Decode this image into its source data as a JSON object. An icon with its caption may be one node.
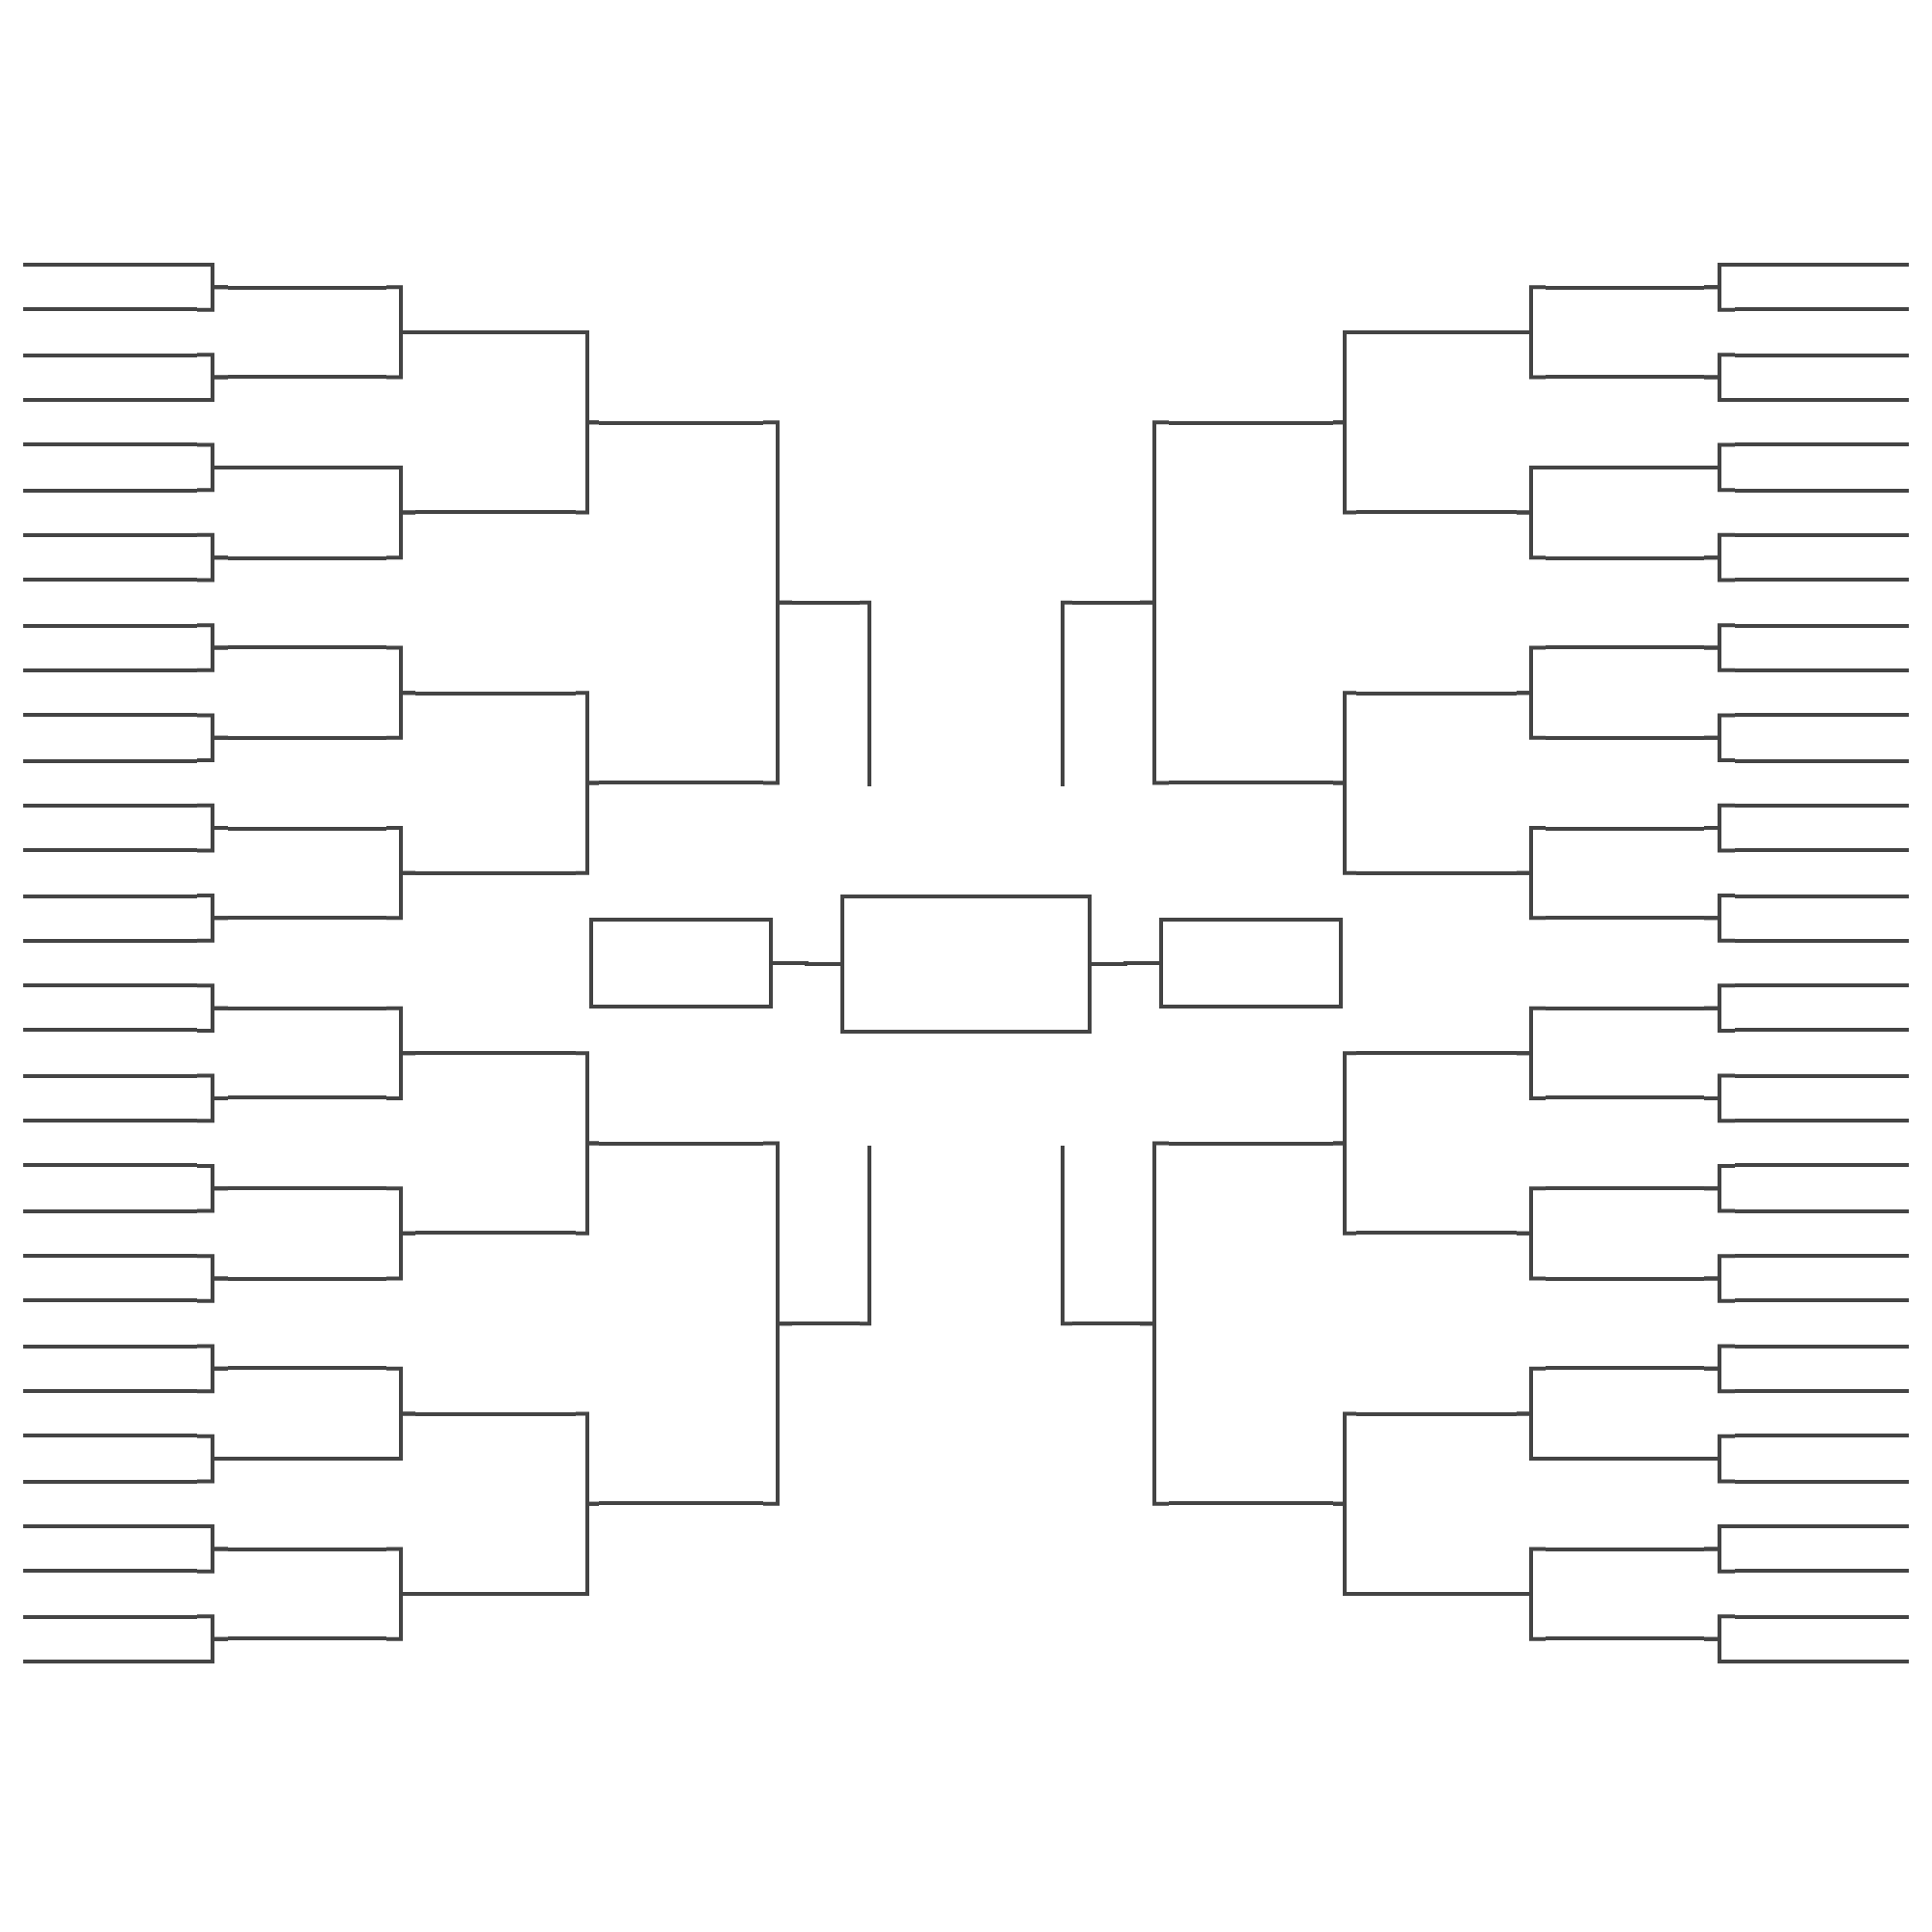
{
  "diagram": {
    "nodes": [
      {
        "text": [],
        "shape": "bar"
      },
      {
        "text": [],
        "shape": "bar"
      },
      {
        "text": [],
        "shape": "bar"
      },
      {
        "text": [],
        "shape": "bar"
      },
      {
        "text": [],
        "shape": "bar"
      },
      {
        "text": [],
        "shape": "bar"
      },
      {
        "text": [],
        "shape": "bar"
      },
      {
        "text": [],
        "shape": "bar"
      },
      {
        "text": [],
        "shape": "bar"
      },
      {
        "text": [],
        "shape": "bar"
      },
      {
        "text": [],
        "shape": "bar"
      },
      {
        "text": [],
        "shape": "bar"
      },
      {
        "text": [],
        "shape": "bar"
      },
      {
        "text": [],
        "shape": "bar"
      },
      {
        "text": [],
        "shape": "bar"
      },
      {
        "text": [],
        "shape": "bar"
      },
      {
        "text": [],
        "shape": "bar"
      },
      {
        "text": [],
        "shape": "bar"
      },
      {
        "text": [],
        "shape": "bar"
      },
      {
        "text": [],
        "shape": "bar"
      },
      {
        "text": [],
        "shape": "bar"
      },
      {
        "text": [],
        "shape": "bar"
      },
      {
        "text": [],
        "shape": "bar"
      },
      {
        "text": [],
        "shape": "bar"
      },
      {
        "text": [],
        "shape": "bar"
      },
      {
        "text": [],
        "shape": "bar"
      },
      {
        "text": [],
        "shape": "bar"
      },
      {
        "text": [],
        "shape": "bar"
      },
      {
        "text": [],
        "shape": "bar"
      },
      {
        "text": [],
        "shape": "bar"
      },
      {
        "text": [],
        "shape": "bar"
      },
      {
        "text": [],
        "shape": "bar"
      },
      {
        "text": [],
        "shape": "bar"
      },
      {
        "text": [],
        "shape": "bar"
      },
      {
        "text": [],
        "shape": "bar"
      },
      {
        "text": [],
        "shape": "bar"
      },
      {
        "text": [],
        "shape": "bar"
      },
      {
        "text": [],
        "shape": "bar"
      },
      {
        "text": [],
        "shape": "bar"
      },
      {
        "text": [],
        "shape": "bar"
      },
      {
        "text": [],
        "shape": "bar"
      },
      {
        "text": [],
        "shape": "bar"
      },
      {
        "text": [],
        "shape": "bar"
      },
      {
        "text": [],
        "shape": "bar"
      },
      {
        "text": [],
        "shape": "bar"
      },
      {
        "text": [],
        "shape": "bar"
      },
      {
        "text": [],
        "shape": "bar"
      },
      {
        "text": [],
        "shape": "bar"
      },
      {
        "text": [],
        "shape": "bar"
      },
      {
        "text": [],
        "shape": "bar"
      },
      {
        "text": [],
        "shape": "bar"
      },
      {
        "text": [],
        "shape": "bar"
      },
      {
        "text": [],
        "shape": "bar"
      },
      {
        "text": [],
        "shape": "bar"
      },
      {
        "text": [],
        "shape": "bar"
      },
      {
        "text": [],
        "shape": "bar"
      },
      {
        "text": [],
        "shape": "bar"
      },
      {
        "text": [],
        "shape": "bar"
      },
      {
        "text": [],
        "shape": "bar"
      },
      {
        "text": [],
        "shape": "bar"
      },
      {
        "text": [],
        "shape": "bar"
      },
      {
        "text": [],
        "shape": "bar"
      },
      {
        "text": [],
        "shape": "box"
      },
      {
        "text": [],
        "shape": "box"
      },
      {
        "text": [],
        "shape": "box"
      },
      {
        "text": [],
        "shape": "bar"
      },
      {
        "text": [],
        "shape": "bar"
      },
      {
        "text": [],
        "shape": "bar"
      },
      {
        "text": [],
        "shape": "bar"
      },
      {
        "text": [],
        "shape": "bar"
      },
      {
        "text": [],
        "shape": "bar"
      },
      {
        "text": [],
        "shape": "bar"
      },
      {
        "text": [],
        "shape": "bar"
      },
      {
        "text": [],
        "shape": "bar"
      },
      {
        "text": [],
        "shape": "bar"
      },
      {
        "text": [],
        "shape": "bar"
      },
      {
        "text": [],
        "shape": "bar"
      },
      {
        "text": [],
        "shape": "bar"
      },
      {
        "text": [],
        "shape": "bar"
      },
      {
        "text": [],
        "shape": "bar"
      },
      {
        "text": [],
        "shape": "bar"
      },
      {
        "text": [],
        "shape": "bar"
      },
      {
        "text": [],
        "shape": "bar"
      },
      {
        "text": [],
        "shape": "bar"
      },
      {
        "text": [],
        "shape": "bar"
      },
      {
        "text": [],
        "shape": "bar"
      },
      {
        "text": [],
        "shape": "bar"
      },
      {
        "text": [],
        "shape": "bar"
      },
      {
        "text": [],
        "shape": "bar"
      },
      {
        "text": [],
        "shape": "bar"
      },
      {
        "text": [],
        "shape": "bar"
      },
      {
        "text": [],
        "shape": "bar"
      },
      {
        "text": [],
        "shape": "bar"
      },
      {
        "text": [],
        "shape": "bar"
      },
      {
        "text": [],
        "shape": "bar"
      },
      {
        "text": [],
        "shape": "bar"
      },
      {
        "text": [],
        "shape": "bar"
      },
      {
        "text": [],
        "shape": "bar"
      },
      {
        "text": [],
        "shape": "bar"
      },
      {
        "text": [],
        "shape": "bar"
      },
      {
        "text": [],
        "shape": "bar"
      },
      {
        "text": [],
        "shape": "bar"
      },
      {
        "text": [],
        "shape": "bar"
      },
      {
        "text": [],
        "shape": "bar"
      },
      {
        "text": [],
        "shape": "bar"
      },
      {
        "text": [],
        "shape": "bar"
      },
      {
        "text": [],
        "shape": "bar"
      },
      {
        "text": [],
        "shape": "bar"
      },
      {
        "text": [],
        "shape": "bar"
      },
      {
        "text": [],
        "shape": "bar"
      },
      {
        "text": [],
        "shape": "bar"
      },
      {
        "text": [],
        "shape": "bar"
      },
      {
        "text": [],
        "shape": "bar"
      },
      {
        "text": [],
        "shape": "bar"
      },
      {
        "text": [],
        "shape": "bar"
      },
      {
        "text": [],
        "shape": "bar"
      },
      {
        "text": [],
        "shape": "bar"
      },
      {
        "text": [],
        "shape": "bar"
      },
      {
        "text": [],
        "shape": "bar"
      },
      {
        "text": [],
        "shape": "bar"
      },
      {
        "text": [],
        "shape": "bar"
      },
      {
        "text": [],
        "shape": "bar"
      },
      {
        "text": [],
        "shape": "bar"
      },
      {
        "text": [],
        "shape": "bar"
      },
      {
        "text": [],
        "shape": "bar"
      },
      {
        "text": [],
        "shape": "bar"
      },
      {
        "text": [],
        "shape": "bar"
      }
    ],
    "edges": [
      {
        "from": 0,
        "to": 32,
        "arrow": "none"
      },
      {
        "from": 1,
        "to": 32,
        "arrow": "none"
      },
      {
        "from": 2,
        "to": 33,
        "arrow": "none"
      },
      {
        "from": 3,
        "to": 33,
        "arrow": "none"
      },
      {
        "from": 4,
        "to": 34,
        "arrow": "none"
      },
      {
        "from": 5,
        "to": 34,
        "arrow": "none"
      },
      {
        "from": 6,
        "to": 35,
        "arrow": "none"
      },
      {
        "from": 7,
        "to": 35,
        "arrow": "none"
      },
      {
        "from": 8,
        "to": 36,
        "arrow": "none"
      },
      {
        "from": 9,
        "to": 36,
        "arrow": "none"
      },
      {
        "from": 10,
        "to": 37,
        "arrow": "none"
      },
      {
        "from": 11,
        "to": 37,
        "arrow": "none"
      },
      {
        "from": 12,
        "to": 38,
        "arrow": "none"
      },
      {
        "from": 13,
        "to": 38,
        "arrow": "none"
      },
      {
        "from": 14,
        "to": 39,
        "arrow": "none"
      },
      {
        "from": 15,
        "to": 39,
        "arrow": "none"
      },
      {
        "from": 16,
        "to": 40,
        "arrow": "none"
      },
      {
        "from": 17,
        "to": 40,
        "arrow": "none"
      },
      {
        "from": 18,
        "to": 41,
        "arrow": "none"
      },
      {
        "from": 19,
        "to": 41,
        "arrow": "none"
      },
      {
        "from": 20,
        "to": 42,
        "arrow": "none"
      },
      {
        "from": 21,
        "to": 42,
        "arrow": "none"
      },
      {
        "from": 22,
        "to": 43,
        "arrow": "none"
      },
      {
        "from": 23,
        "to": 43,
        "arrow": "none"
      },
      {
        "from": 24,
        "to": 44,
        "arrow": "none"
      },
      {
        "from": 25,
        "to": 44,
        "arrow": "none"
      },
      {
        "from": 26,
        "to": 45,
        "arrow": "none"
      },
      {
        "from": 27,
        "to": 45,
        "arrow": "none"
      },
      {
        "from": 28,
        "to": 46,
        "arrow": "none"
      },
      {
        "from": 29,
        "to": 46,
        "arrow": "none"
      },
      {
        "from": 30,
        "to": 47,
        "arrow": "none"
      },
      {
        "from": 31,
        "to": 47,
        "arrow": "none"
      },
      {
        "from": 32,
        "to": 48,
        "arrow": "none"
      },
      {
        "from": 33,
        "to": 48,
        "arrow": "none"
      },
      {
        "from": 34,
        "to": 49,
        "arrow": "none"
      },
      {
        "from": 35,
        "to": 49,
        "arrow": "none"
      },
      {
        "from": 36,
        "to": 50,
        "arrow": "none"
      },
      {
        "from": 37,
        "to": 50,
        "arrow": "none"
      },
      {
        "from": 38,
        "to": 51,
        "arrow": "none"
      },
      {
        "from": 39,
        "to": 51,
        "arrow": "none"
      },
      {
        "from": 40,
        "to": 52,
        "arrow": "none"
      },
      {
        "from": 41,
        "to": 52,
        "arrow": "none"
      },
      {
        "from": 42,
        "to": 53,
        "arrow": "none"
      },
      {
        "from": 43,
        "to": 53,
        "arrow": "none"
      },
      {
        "from": 44,
        "to": 54,
        "arrow": "none"
      },
      {
        "from": 45,
        "to": 54,
        "arrow": "none"
      },
      {
        "from": 46,
        "to": 55,
        "arrow": "none"
      },
      {
        "from": 47,
        "to": 55,
        "arrow": "none"
      },
      {
        "from": 48,
        "to": 56,
        "arrow": "none"
      },
      {
        "from": 49,
        "to": 56,
        "arrow": "none"
      },
      {
        "from": 50,
        "to": 57,
        "arrow": "none"
      },
      {
        "from": 51,
        "to": 57,
        "arrow": "none"
      },
      {
        "from": 52,
        "to": 58,
        "arrow": "none"
      },
      {
        "from": 53,
        "to": 58,
        "arrow": "none"
      },
      {
        "from": 54,
        "to": 59,
        "arrow": "none"
      },
      {
        "from": 55,
        "to": 59,
        "arrow": "none"
      },
      {
        "from": 56,
        "to": 60,
        "arrow": "none"
      },
      {
        "from": 57,
        "to": 60,
        "arrow": "none"
      },
      {
        "from": 58,
        "to": 61,
        "arrow": "none"
      },
      {
        "from": 59,
        "to": 61,
        "arrow": "none"
      },
      {
        "from": 60,
        "to": null,
        "arrow": "none"
      },
      {
        "from": 61,
        "to": null,
        "arrow": "none"
      },
      {
        "from": 62,
        "to": 63,
        "arrow": "none"
      },
      {
        "from": 64,
        "to": 63,
        "arrow": "none"
      },
      {
        "from": 65,
        "to": null,
        "arrow": "none"
      },
      {
        "from": 66,
        "to": null,
        "arrow": "none"
      },
      {
        "from": 67,
        "to": 65,
        "arrow": "none"
      },
      {
        "from": 68,
        "to": 65,
        "arrow": "none"
      },
      {
        "from": 69,
        "to": 66,
        "arrow": "none"
      },
      {
        "from": 70,
        "to": 66,
        "arrow": "none"
      },
      {
        "from": 71,
        "to": 67,
        "arrow": "none"
      },
      {
        "from": 72,
        "to": 67,
        "arrow": "none"
      },
      {
        "from": 73,
        "to": 68,
        "arrow": "none"
      },
      {
        "from": 74,
        "to": 68,
        "arrow": "none"
      },
      {
        "from": 75,
        "to": 69,
        "arrow": "none"
      },
      {
        "from": 76,
        "to": 69,
        "arrow": "none"
      },
      {
        "from": 77,
        "to": 70,
        "arrow": "none"
      },
      {
        "from": 78,
        "to": 70,
        "arrow": "none"
      },
      {
        "from": 79,
        "to": 71,
        "arrow": "none"
      },
      {
        "from": 80,
        "to": 71,
        "arrow": "none"
      },
      {
        "from": 81,
        "to": 72,
        "arrow": "none"
      },
      {
        "from": 82,
        "to": 72,
        "arrow": "none"
      },
      {
        "from": 83,
        "to": 73,
        "arrow": "none"
      },
      {
        "from": 84,
        "to": 73,
        "arrow": "none"
      },
      {
        "from": 85,
        "to": 74,
        "arrow": "none"
      },
      {
        "from": 86,
        "to": 74,
        "arrow": "none"
      },
      {
        "from": 87,
        "to": 75,
        "arrow": "none"
      },
      {
        "from": 88,
        "to": 75,
        "arrow": "none"
      },
      {
        "from": 89,
        "to": 76,
        "arrow": "none"
      },
      {
        "from": 90,
        "to": 76,
        "arrow": "none"
      },
      {
        "from": 91,
        "to": 77,
        "arrow": "none"
      },
      {
        "from": 92,
        "to": 77,
        "arrow": "none"
      },
      {
        "from": 93,
        "to": 78,
        "arrow": "none"
      },
      {
        "from": 94,
        "to": 78,
        "arrow": "none"
      },
      {
        "from": 95,
        "to": 79,
        "arrow": "none"
      },
      {
        "from": 96,
        "to": 79,
        "arrow": "none"
      },
      {
        "from": 97,
        "to": 80,
        "arrow": "none"
      },
      {
        "from": 98,
        "to": 80,
        "arrow": "none"
      },
      {
        "from": 99,
        "to": 81,
        "arrow": "none"
      },
      {
        "from": 100,
        "to": 81,
        "arrow": "none"
      },
      {
        "from": 101,
        "to": 82,
        "arrow": "none"
      },
      {
        "from": 102,
        "to": 82,
        "arrow": "none"
      },
      {
        "from": 103,
        "to": 83,
        "arrow": "none"
      },
      {
        "from": 104,
        "to": 83,
        "arrow": "none"
      },
      {
        "from": 105,
        "to": 84,
        "arrow": "none"
      },
      {
        "from": 106,
        "to": 84,
        "arrow": "none"
      },
      {
        "from": 107,
        "to": 85,
        "arrow": "none"
      },
      {
        "from": 108,
        "to": 85,
        "arrow": "none"
      },
      {
        "from": 109,
        "to": 86,
        "arrow": "none"
      },
      {
        "from": 110,
        "to": 86,
        "arrow": "none"
      },
      {
        "from": 111,
        "to": 87,
        "arrow": "none"
      },
      {
        "from": 112,
        "to": 87,
        "arrow": "none"
      },
      {
        "from": 113,
        "to": 88,
        "arrow": "none"
      },
      {
        "from": 114,
        "to": 88,
        "arrow": "none"
      },
      {
        "from": 115,
        "to": 89,
        "arrow": "none"
      },
      {
        "from": 116,
        "to": 89,
        "arrow": "none"
      },
      {
        "from": 117,
        "to": 90,
        "arrow": "none"
      },
      {
        "from": 118,
        "to": 90,
        "arrow": "none"
      },
      {
        "from": 119,
        "to": 91,
        "arrow": "none"
      },
      {
        "from": 120,
        "to": 91,
        "arrow": "none"
      },
      {
        "from": 121,
        "to": 92,
        "arrow": "none"
      },
      {
        "from": 122,
        "to": 92,
        "arrow": "none"
      },
      {
        "from": 123,
        "to": 93,
        "arrow": "none"
      },
      {
        "from": 124,
        "to": 93,
        "arrow": "none"
      },
      {
        "from": 125,
        "to": 94,
        "arrow": "none"
      },
      {
        "from": 126,
        "to": 94,
        "arrow": "none"
      }
    ]
  }
}
